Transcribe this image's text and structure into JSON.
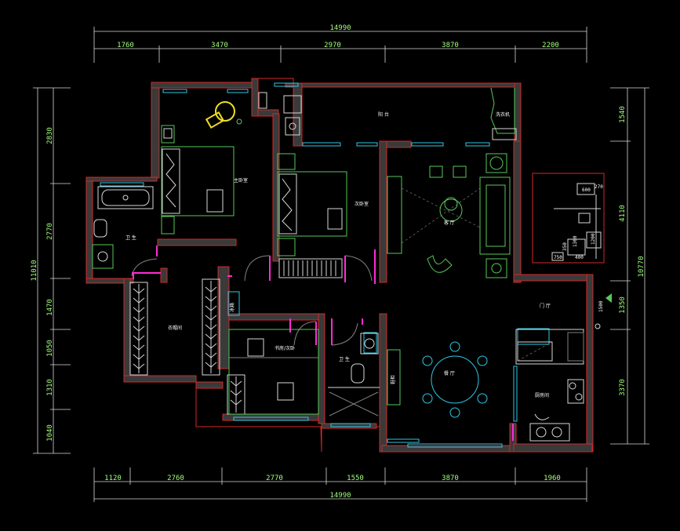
{
  "dimensions": {
    "top_total": "14990",
    "top_segments": [
      "1760",
      "3470",
      "2970",
      "3870",
      "2200"
    ],
    "bottom_total": "14990",
    "bottom_segments": [
      "1120",
      "2760",
      "2770",
      "1550",
      "3870",
      "1960"
    ],
    "left_total": "11010",
    "left_segments": [
      "2830",
      "2770",
      "1470",
      "1050",
      "1310",
      "1040"
    ],
    "right_total": "10770",
    "right_segments": [
      "1540",
      "4110",
      "1350",
      "3370"
    ]
  },
  "rooms": {
    "balcony": "阳 台",
    "laundry": "洗衣机",
    "master_bedroom": "主卧室",
    "second_bedroom": "次卧室",
    "living_room": "客 厅",
    "bathroom1": "卫 生",
    "cloakroom": "衣帽间",
    "study": "书房/次卧",
    "bathroom2": "卫 生",
    "dining": "餐 厅",
    "entrance": "门 厅",
    "kitchen": "厨房间",
    "fridge": "冰箱",
    "shoe_cabinet": "鞋柜"
  },
  "details": {
    "detail_1": "600",
    "detail_2": "270",
    "detail_3": "1360",
    "detail_4": "1200",
    "detail_5": "400",
    "detail_6": "750",
    "detail_7": "350",
    "detail_8": "1500"
  },
  "colors": {
    "background": "#000000",
    "dimension": "#a0ff7a",
    "wall_outline": "#d42828",
    "furniture": "#58c858",
    "window": "#2ec9e6",
    "door": "#ff2bd6"
  }
}
